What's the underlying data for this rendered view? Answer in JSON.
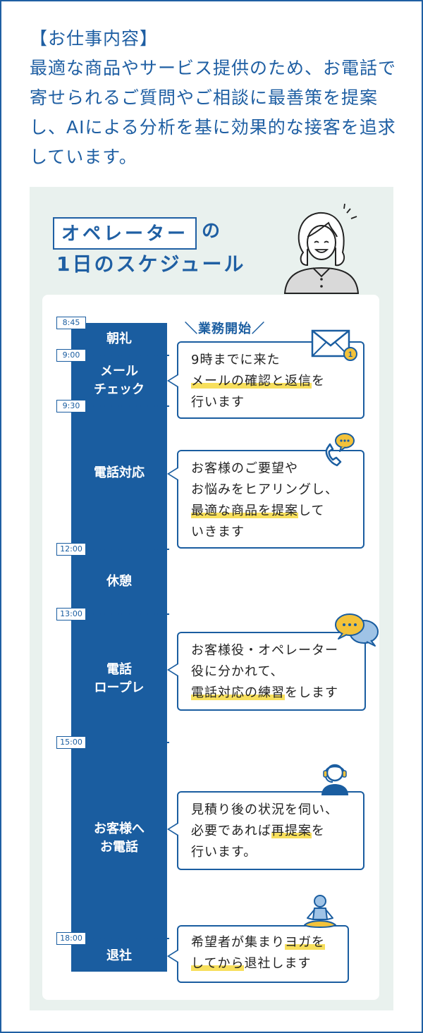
{
  "intro": {
    "heading": "【お仕事内容】",
    "body": "最適な商品やサービス提供のため、お電話で寄せられるご質問やご相談に最善策を提案し、AIによる分析を基に効果的な接客を追求しています。"
  },
  "schedule_title": {
    "boxed": "オペレーター",
    "particle": "の",
    "line2": "1日のスケジュール"
  },
  "start_label": "業務開始",
  "times": [
    "8:45",
    "9:00",
    "9:30",
    "12:00",
    "13:00",
    "15:00",
    "18:00"
  ],
  "blocks": [
    {
      "label": "朝礼"
    },
    {
      "label_line1": "メール",
      "label_line2": "チェック"
    },
    {
      "label": "電話対応"
    },
    {
      "label": "休憩"
    },
    {
      "label_line1": "電話",
      "label_line2": "ロープレ"
    },
    {
      "label_line1": "お客様へ",
      "label_line2": "お電話"
    },
    {
      "label": "退社"
    }
  ],
  "bubbles": [
    {
      "line1": "9時までに来た",
      "line2_hl": "メールの確認と返信",
      "line2_rest": "を",
      "line3": "行います"
    },
    {
      "line1": "お客様のご要望や",
      "line2": "お悩みをヒアリングし、",
      "line3_hl": "最適な商品を提案",
      "line3_rest": "して",
      "line4": "いきます"
    },
    {
      "line1": "お客様役・オペレーター",
      "line2": "役に分かれて、",
      "line3_hl": "電話対応の練習",
      "line3_rest": "をします"
    },
    {
      "line1": "見積り後の状況を伺い、",
      "line2_pre": "必要であれば",
      "line2_hl": "再提案",
      "line2_rest": "を",
      "line3": "行います。"
    },
    {
      "line1_pre": "希望者が集まり",
      "line1_hl": "ヨガを",
      "line2_hl": "してから",
      "line2_rest": "退社します"
    }
  ],
  "icons": {
    "operator": "operator-person-icon",
    "mail": "mail-icon",
    "phone": "phone-icon",
    "chat": "chat-bubbles-icon",
    "headset": "headset-person-icon",
    "yoga": "yoga-person-icon"
  },
  "colors": {
    "primary": "#1a5da0",
    "highlight": "#f7df5c",
    "panel": "#e9f1ee",
    "accent": "#f3c23a"
  }
}
